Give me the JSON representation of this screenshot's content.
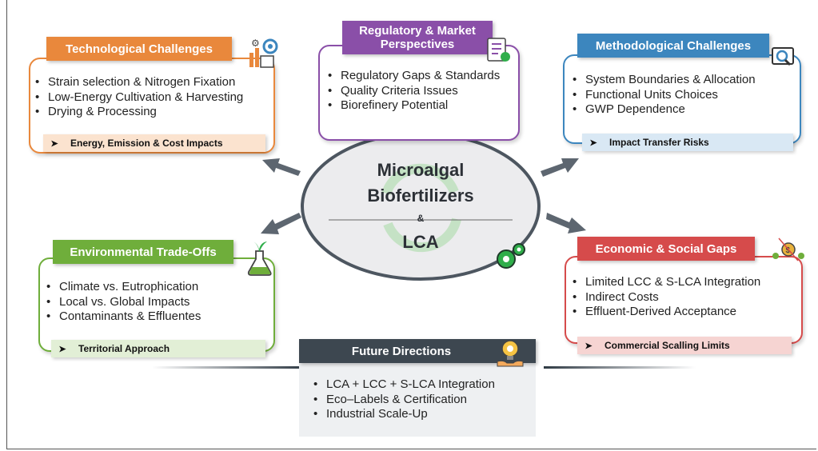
{
  "center": {
    "line1": "Microalgal",
    "line2": "Biofertilizers",
    "amp": "&",
    "line3": "LCA"
  },
  "technological": {
    "title": "Technological Challenges",
    "items": [
      "Strain selection & Nitrogen Fixation",
      "Low-Energy Cultivation & Harvesting",
      "Drying & Processing"
    ],
    "footer": "Energy, Emission & Cost Impacts",
    "color": "#e9883c"
  },
  "regulatory": {
    "title_line1": "Regulatory & Market",
    "title_line2": "Perspectives",
    "items": [
      "Regulatory Gaps & Standards",
      "Quality Criteria Issues",
      "Biorefinery Potential"
    ],
    "color": "#8a4fa8"
  },
  "methodological": {
    "title": "Methodological Challenges",
    "items": [
      "System Boundaries & Allocation",
      "Functional Units Choices",
      "GWP Dependence"
    ],
    "footer": "Impact Transfer Risks",
    "color": "#3c86be"
  },
  "environmental": {
    "title": "Environmental Trade-Offs",
    "items": [
      "Climate vs. Eutrophication",
      "Local vs. Global Impacts",
      "Contaminants & Effluentes"
    ],
    "footer": "Territorial Approach",
    "color": "#6fae3b"
  },
  "economic": {
    "title": "Economic & Social Gaps",
    "items": [
      "Limited LCC & S-LCA Integration",
      "Indirect Costs",
      "Effluent-Derived Acceptance"
    ],
    "footer": "Commercial Scalling Limits",
    "color": "#d64b4b"
  },
  "future": {
    "title": "Future Directions",
    "items": [
      "LCA + LCC + S-LCA Integration",
      "Eco–Labels & Certification",
      "Industrial Scale-Up"
    ],
    "color": "#3d4750"
  }
}
